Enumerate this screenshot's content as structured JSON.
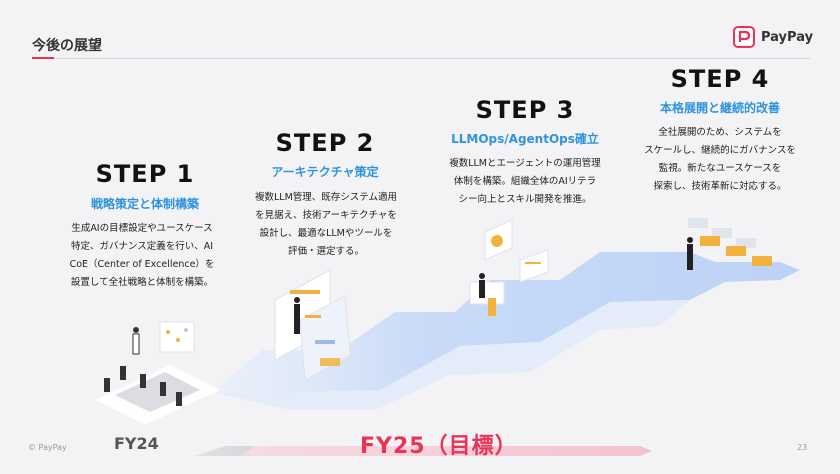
{
  "header": {
    "title": "今後の展望",
    "brand": "PayPay"
  },
  "steps": [
    {
      "title": "STEP 1",
      "subtitle": "戦略策定と体制構築",
      "description": "生成AIの目標設定やユースケース\n特定、ガバナンス定義を行い、AI\nCoE（Center of Excellence）を\n設置して全社戦略と体制を構築。"
    },
    {
      "title": "STEP 2",
      "subtitle": "アーキテクチャ策定",
      "description": "複数LLM管理、既存システム適用\nを見据え、技術アーキテクチャを\n設計し、最適なLLMやツールを\n評価・選定する。"
    },
    {
      "title": "STEP 3",
      "subtitle": "LLMOps/AgentOps確立",
      "description": "複数LLMとエージェントの運用管理\n体制を構築。組織全体のAIリテラ\nシー向上とスキル開発を推進。"
    },
    {
      "title": "STEP 4",
      "subtitle": "本格展開と継続的改善",
      "description": "全社展開のため、システムを\nスケールし、継続的にガバナンスを\n監視。新たなユースケースを\n探索し、技術革新に対応する。"
    }
  ],
  "timeline": {
    "fy24": "FY24",
    "fy25": "FY25（目標）"
  },
  "footer": {
    "copyright": "© PayPay",
    "page_number": "23"
  },
  "colors": {
    "accent": "#ea3355",
    "blue_text": "#2f93e0",
    "arrow_blue": "#cfe0fb"
  }
}
